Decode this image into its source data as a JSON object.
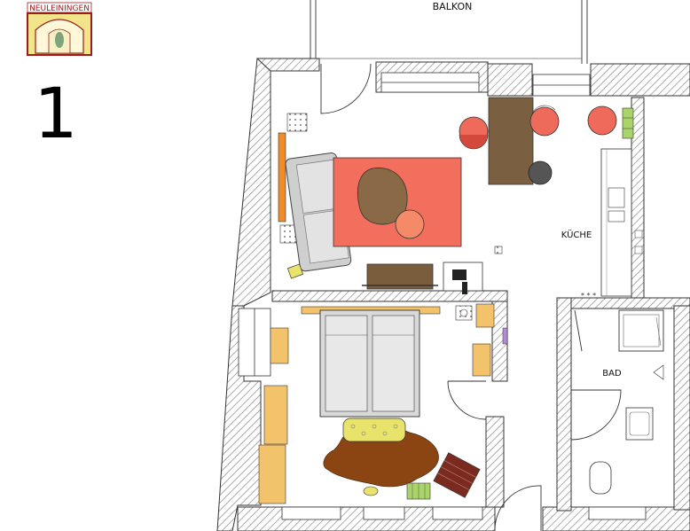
{
  "logo": {
    "text": "NEULEININGEN"
  },
  "unit_number": "1",
  "rooms": {
    "balcony": "BALKON",
    "kitchen": "KÜCHE",
    "bathroom": "BAD"
  },
  "colors": {
    "wall_hatch": "#9a9a9a",
    "rug_living": "#f36f5d",
    "table_wood": "#7a6040",
    "chair_red": "#ee6b5c",
    "chair_dark": "#555555",
    "sofa": "#cfcfcf",
    "bed": "#d9d9d9",
    "wardrobe": "#f3c36b",
    "cowhide": "#8b4513",
    "kitchen_plant": "#a9d46a",
    "yellow_pillow": "#e8e36a"
  }
}
